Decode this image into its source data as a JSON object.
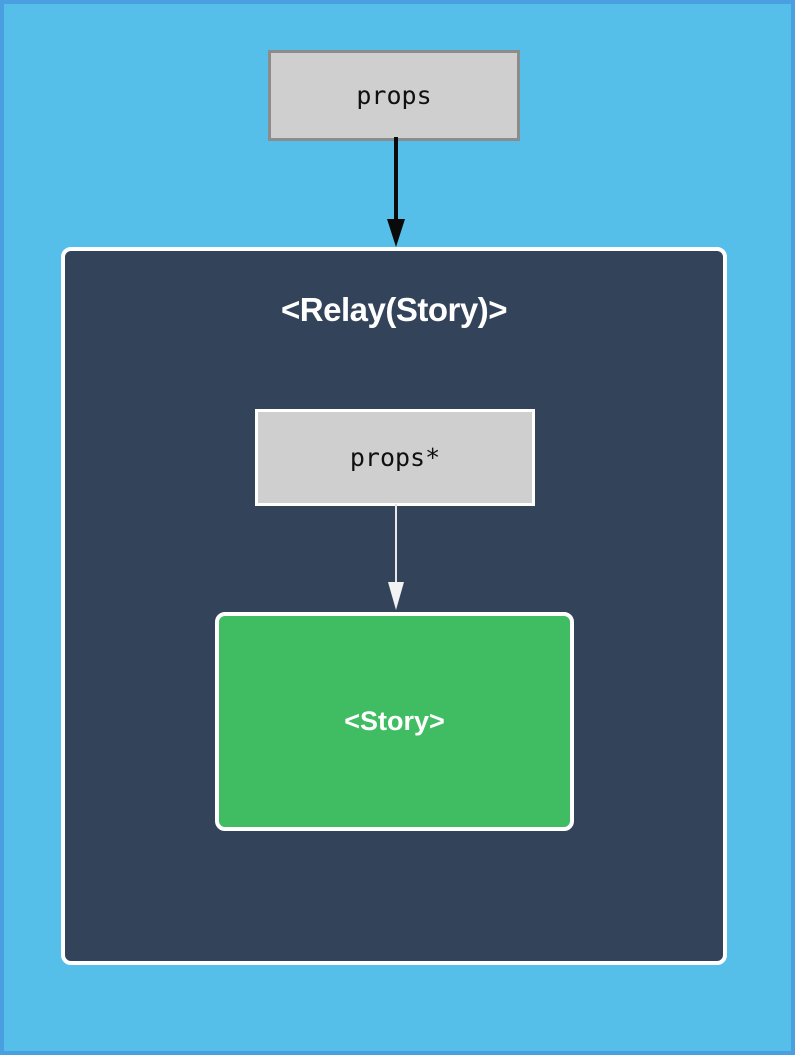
{
  "diagram": {
    "type": "component-hierarchy-diagram",
    "background_color": "#55bee9",
    "border_color": "#4a9fe0",
    "nodes": [
      {
        "id": "outer-props",
        "label": "props",
        "shape": "rectangle",
        "fill": "#cfcfcf",
        "stroke": "#8c8c8c",
        "text_color": "#101010"
      },
      {
        "id": "relay-story-container",
        "label": "<Relay(Story)>",
        "shape": "rounded-rectangle",
        "fill": "#33445a",
        "stroke": "#ffffff",
        "text_color": "#ffffff"
      },
      {
        "id": "inner-props",
        "label": "props*",
        "shape": "rectangle",
        "fill": "#cfcfcf",
        "stroke": "#ffffff",
        "text_color": "#101010"
      },
      {
        "id": "story",
        "label": "<Story>",
        "shape": "rounded-rectangle",
        "fill": "#40bd62",
        "stroke": "#ffffff",
        "text_color": "#ffffff"
      }
    ],
    "edges": [
      {
        "id": "edge-props-to-container",
        "from": "outer-props",
        "to": "relay-story-container",
        "color": "#0a0a0a",
        "arrowhead": "filled-triangle"
      },
      {
        "id": "edge-inner-props-to-story",
        "from": "inner-props",
        "to": "story",
        "color": "#e8e8e8",
        "arrowhead": "open-triangle"
      }
    ]
  }
}
